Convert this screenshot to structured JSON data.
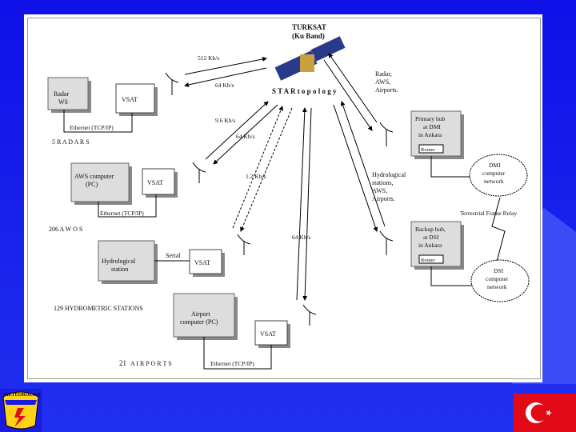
{
  "satellite": {
    "name": "TURKSAT",
    "band": "(Ku Band)"
  },
  "topology_label": "S T A R  t o p o l o g y",
  "links": {
    "radar_up": "512 Kb/s",
    "radar_down": "64 Kb/s",
    "aws_up": "9.6 Kb/s",
    "aws_down": "64 Kb/s",
    "hydro": "1.2 Kb/s",
    "airport": "64 Kb/s"
  },
  "top_right_label": [
    "Radar,",
    "AWS,",
    "Airports."
  ],
  "mid_right_label": [
    "Hydrological",
    "stations,",
    "AWS,",
    "Airports."
  ],
  "nodes": {
    "radar_ws": [
      "Radar",
      "WS"
    ],
    "vsat": "VSAT",
    "ethernet": "Ethernet (TCP/IP)",
    "aws_computer": [
      "AWS computer",
      "(PC)"
    ],
    "hydro_station": [
      "Hydrological",
      "station"
    ],
    "serial": "Serial",
    "airport_computer": [
      "Airport",
      "computer (PC)"
    ],
    "primary_hub": [
      "Primary hub",
      "at DMI",
      "in Ankara"
    ],
    "backup_hub": [
      "Backup hub,",
      "at DSI",
      "in Ankara"
    ],
    "router": "Router",
    "dmi_network": [
      "DMI",
      "computer",
      "network"
    ],
    "dsi_network": [
      "DSI",
      "computer",
      "network"
    ],
    "frame_relay": "Terrestrial Frame Relay"
  },
  "groups": {
    "radars": "5  R A D A R S",
    "awos": "206  A W O S",
    "hydrometric": "129  HYDROMETRIC STATIONS",
    "airports_count": "21",
    "airports": "A I R P O R T S"
  },
  "logo_text": "METEOROLOJI",
  "colors": {
    "background": "#1a1ae0",
    "flag": "#e30a17"
  }
}
